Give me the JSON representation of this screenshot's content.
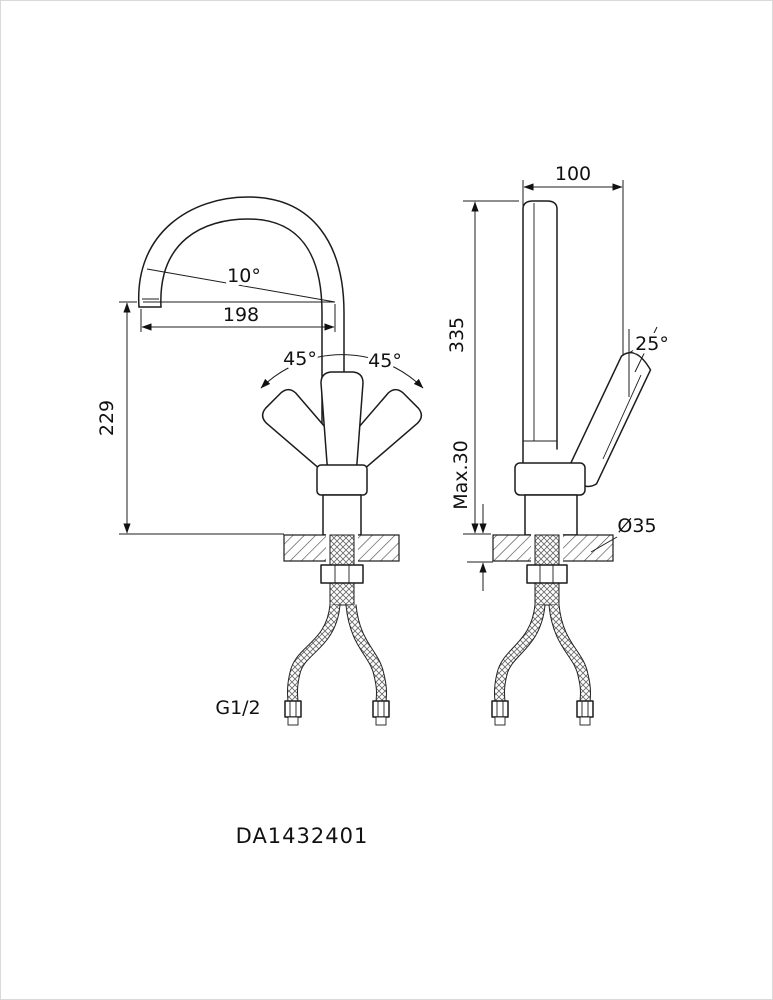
{
  "drawing": {
    "model_number": "DA1432401",
    "labels": {
      "top_width": "100",
      "spout_angle": "10°",
      "spout_reach": "198",
      "swing_left": "45°",
      "swing_right": "45°",
      "overall_height": "335",
      "lever_angle": "25°",
      "spout_height": "229",
      "max_deck_thickness": "Max.30",
      "hole_diameter": "Ø35",
      "thread_size": "G1/2"
    },
    "line_color": "#1c1c1c",
    "background_color": "#ffffff"
  }
}
